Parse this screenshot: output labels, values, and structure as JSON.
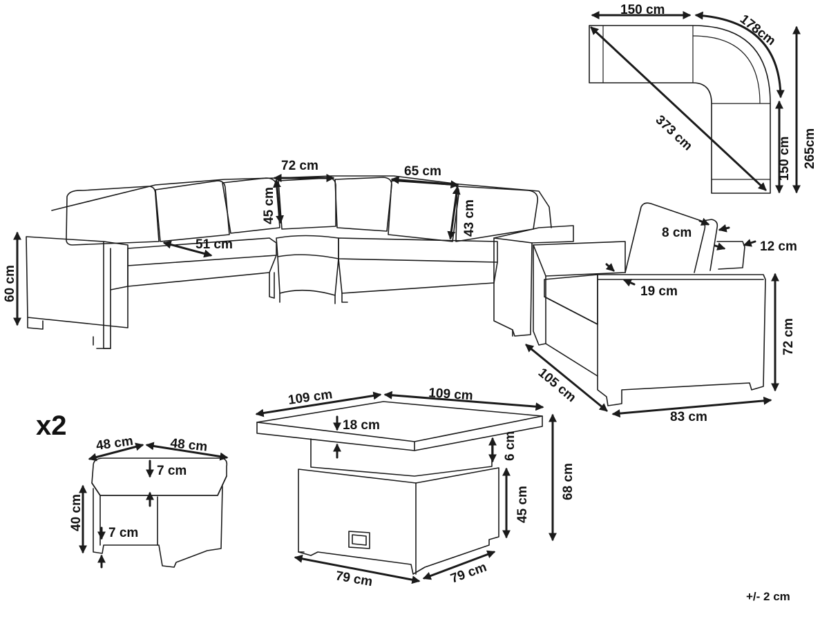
{
  "quantity_label": "x2",
  "tolerance": "+/- 2 cm",
  "sofa": {
    "total_width": "150 cm",
    "corner_arc": "178cm",
    "total_depth": "265cm",
    "side_length": "150 cm",
    "diagonal": "373 cm",
    "middle_width": "72 cm",
    "side_width": "65 cm",
    "back_height_middle": "45 cm",
    "back_height_side": "43 cm",
    "seat_depth": "51 cm",
    "height": "60 cm"
  },
  "armchair": {
    "back_thickness": "8 cm",
    "back_top": "12 cm",
    "arm_width": "19 cm",
    "height": "72 cm",
    "depth": "105 cm",
    "width": "83 cm"
  },
  "table": {
    "top_width": "109 cm",
    "top_depth": "109 cm",
    "top_offset": "18 cm",
    "lift": "6 cm",
    "base_height": "45 cm",
    "height": "68 cm",
    "base_width": "79 cm",
    "base_depth": "79 cm"
  },
  "stool": {
    "width": "48 cm",
    "depth": "48 cm",
    "cushion": "7 cm",
    "height": "40 cm",
    "leg": "7 cm"
  }
}
